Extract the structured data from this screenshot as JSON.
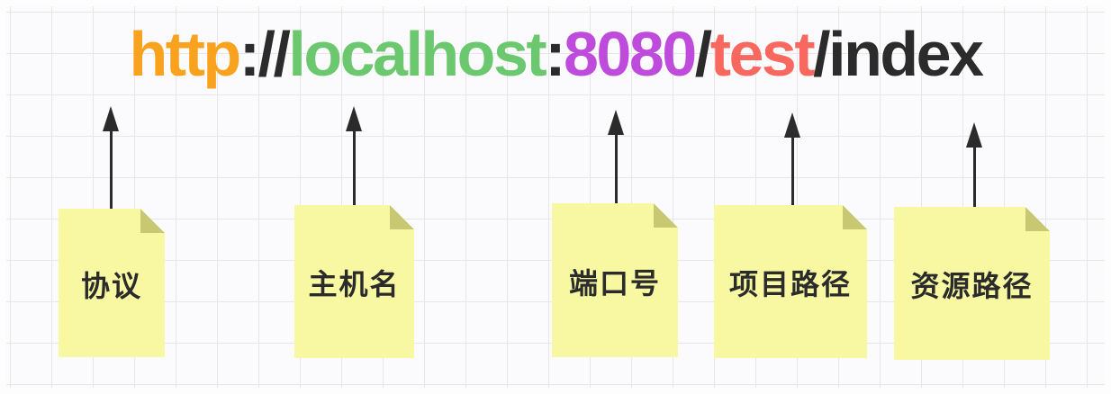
{
  "diagram": {
    "description": "URL structure breakdown diagram",
    "url_full": "http://localhost:8080/test/index"
  },
  "url": {
    "segments": [
      {
        "name": "protocol",
        "text": "http",
        "color": "#F9A21D"
      },
      {
        "name": "scheme-separator",
        "text": "://",
        "color": "#2B2B2B"
      },
      {
        "name": "host",
        "text": "localhost",
        "color": "#6CC86E"
      },
      {
        "name": "port-separator",
        "text": ":",
        "color": "#2B2B2B"
      },
      {
        "name": "port",
        "text": "8080",
        "color": "#BE4BDB"
      },
      {
        "name": "path-separator-1",
        "text": "/",
        "color": "#2B2B2B"
      },
      {
        "name": "project-path",
        "text": "test",
        "color": "#F9685F"
      },
      {
        "name": "path-separator-2",
        "text": "/",
        "color": "#2B2B2B"
      },
      {
        "name": "resource-path",
        "text": "index",
        "color": "#2B2B2B"
      }
    ]
  },
  "notes": [
    {
      "label": "协议",
      "points_to": "protocol"
    },
    {
      "label": "主机名",
      "points_to": "host"
    },
    {
      "label": "端口号",
      "points_to": "port"
    },
    {
      "label": "项目路径",
      "points_to": "project-path"
    },
    {
      "label": "资源路径",
      "points_to": "resource-path"
    }
  ],
  "colors": {
    "protocol": "#F9A21D",
    "host": "#6CC86E",
    "port": "#BE4BDB",
    "project_path": "#F9685F",
    "text_dark": "#2B2B2B",
    "note_fill": "#F8F8A2",
    "note_fold": "#C8C873",
    "arrow": "#2B2B2B",
    "grid_line": "#E6E6EB",
    "background": "#FBFBFD"
  }
}
